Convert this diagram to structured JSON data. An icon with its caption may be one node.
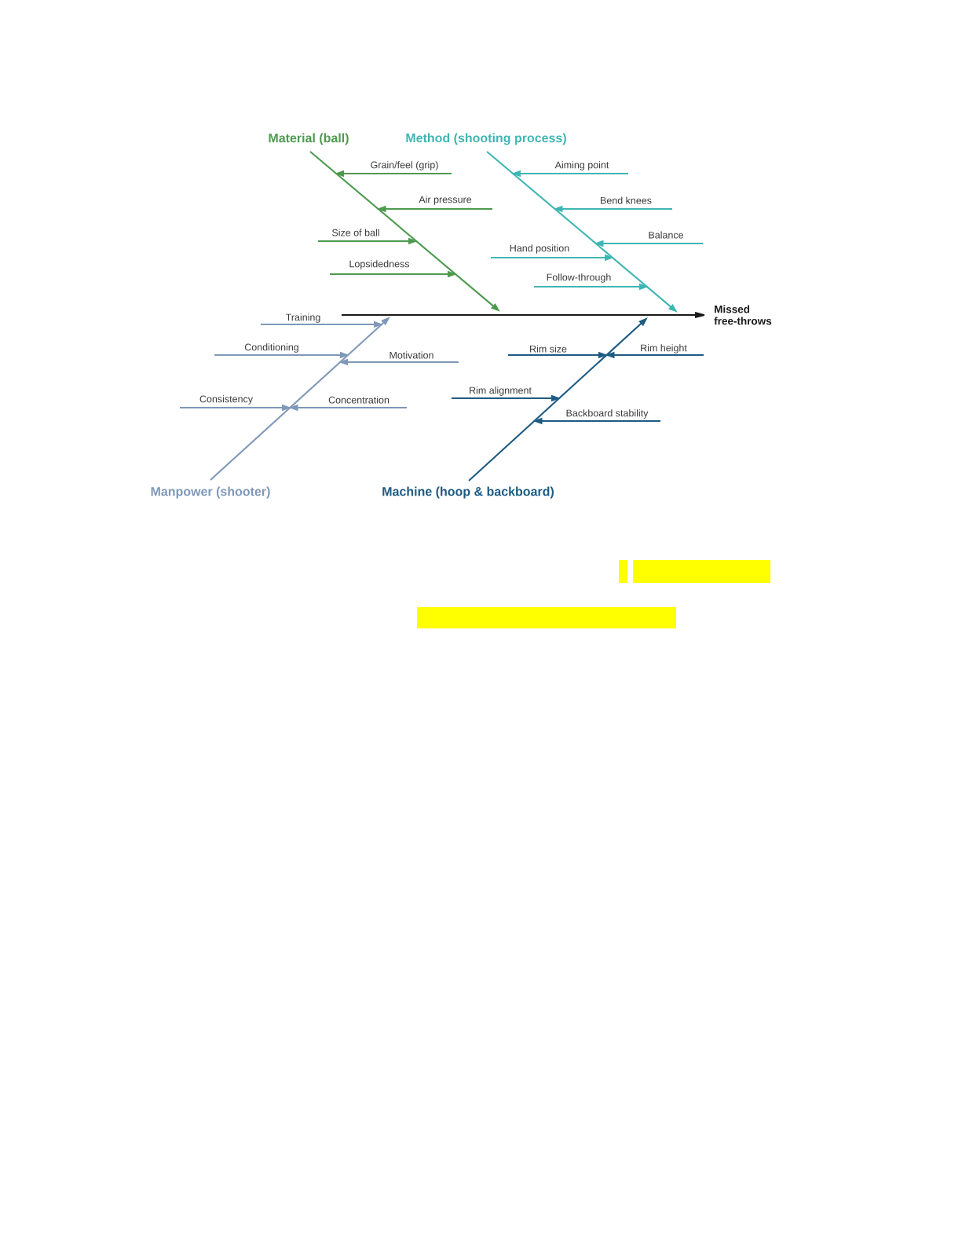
{
  "diagram": {
    "nodes": [
      {
        "text": [
          "Material (ball)"
        ]
      },
      {
        "text": [
          "Method (shooting process)"
        ]
      },
      {
        "text": [
          "Grain/feel (grip)"
        ]
      },
      {
        "text": [
          "Aiming point"
        ]
      },
      {
        "text": [
          "Air pressure"
        ]
      },
      {
        "text": [
          "Bend knees"
        ]
      },
      {
        "text": [
          "Size of ball"
        ]
      },
      {
        "text": [
          "Balance"
        ]
      },
      {
        "text": [
          "Hand position"
        ]
      },
      {
        "text": [
          "Lopsidedness"
        ]
      },
      {
        "text": [
          "Follow-through"
        ]
      },
      {
        "text": [
          "Missed free-throws"
        ]
      },
      {
        "text": [
          "Training"
        ]
      },
      {
        "text": [
          "Conditioning"
        ]
      },
      {
        "text": [
          "Rim size"
        ]
      },
      {
        "text": [
          "Rim height"
        ]
      },
      {
        "text": [
          "Motivation"
        ]
      },
      {
        "text": [
          "Rim alignment"
        ]
      },
      {
        "text": [
          "Consistency"
        ]
      },
      {
        "text": [
          "Concentration"
        ]
      },
      {
        "text": [
          "Backboard stability"
        ]
      },
      {
        "text": [
          "Manpower (shooter)"
        ]
      },
      {
        "text": [
          "Machine (hoop & backboard)"
        ]
      }
    ],
    "edges": [
      {
        "from": 0,
        "to": 11,
        "arrow": "to",
        "color": "#4e9a4f"
      },
      {
        "from": 1,
        "to": 11,
        "arrow": "to",
        "color": "#3fb6b3"
      },
      {
        "from": 21,
        "to": 11,
        "arrow": "to",
        "color": "#7f98b9"
      },
      {
        "from": 22,
        "to": 11,
        "arrow": "to",
        "color": "#1d5b82"
      },
      {
        "from": 2,
        "to": 11,
        "arrow": "to",
        "color": "#4e9a4f"
      },
      {
        "from": 3,
        "to": 11,
        "arrow": "to",
        "color": "#3fb6b3"
      },
      {
        "from": 4,
        "to": 11,
        "arrow": "to",
        "color": "#4e9a4f"
      },
      {
        "from": 5,
        "to": 11,
        "arrow": "to",
        "color": "#3fb6b3"
      },
      {
        "from": 6,
        "to": 11,
        "arrow": "to",
        "color": "#4e9a4f"
      },
      {
        "from": 7,
        "to": 11,
        "arrow": "to",
        "color": "#3fb6b3"
      },
      {
        "from": 8,
        "to": 11,
        "arrow": "to",
        "color": "#3fb6b3"
      },
      {
        "from": 9,
        "to": 11,
        "arrow": "to",
        "color": "#4e9a4f"
      },
      {
        "from": 10,
        "to": 11,
        "arrow": "to",
        "color": "#3fb6b3"
      },
      {
        "from": 12,
        "to": 11,
        "arrow": "to",
        "color": "#7f98b9"
      },
      {
        "from": 13,
        "to": 11,
        "arrow": "to",
        "color": "#7f98b9"
      },
      {
        "from": 14,
        "to": 11,
        "arrow": "to",
        "color": "#1d5b82"
      },
      {
        "from": 15,
        "to": 11,
        "arrow": "to",
        "color": "#1d5b82"
      },
      {
        "from": 16,
        "to": 11,
        "arrow": "to",
        "color": "#7f98b9"
      },
      {
        "from": 17,
        "to": 11,
        "arrow": "to",
        "color": "#1d5b82"
      },
      {
        "from": 18,
        "to": 11,
        "arrow": "to",
        "color": "#7f98b9"
      },
      {
        "from": 19,
        "to": 11,
        "arrow": "to",
        "color": "#7f98b9"
      },
      {
        "from": 20,
        "to": 11,
        "arrow": "to",
        "color": "#1d5b82"
      }
    ]
  }
}
